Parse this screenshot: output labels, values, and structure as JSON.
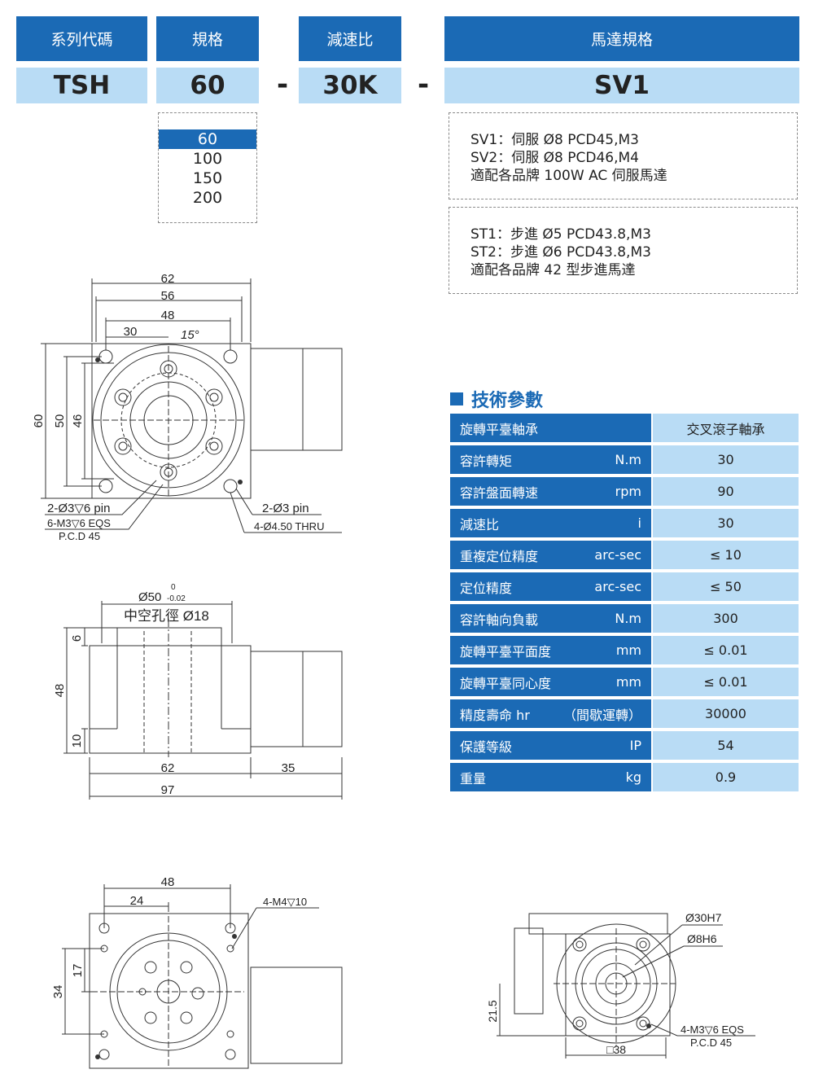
{
  "code": {
    "headers": {
      "series": "系列代碼",
      "size": "規格",
      "ratio": "減速比",
      "motor": "馬達規格"
    },
    "values": {
      "series": "TSH",
      "size": "60",
      "ratio": "30K",
      "motor": "SV1"
    },
    "sep1": "-",
    "sep2": "-"
  },
  "size_options": [
    {
      "label": "60",
      "selected": true
    },
    {
      "label": "100",
      "selected": false
    },
    {
      "label": "150",
      "selected": false
    },
    {
      "label": "200",
      "selected": false
    }
  ],
  "motor_servo": [
    "SV1：伺服 Ø8 PCD45,M3",
    "SV2：伺服 Ø8 PCD46,M4",
    "適配各品牌 100W AC 伺服馬達"
  ],
  "motor_stepper": [
    "ST1：步進 Ø5 PCD43.8,M3",
    "ST2：步進 Ø6 PCD43.8,M3",
    "適配各品牌 42 型步進馬達"
  ],
  "specs": {
    "title": "技術參數",
    "rows": [
      {
        "name": "旋轉平臺軸承",
        "unit": "",
        "value": "交叉滾子軸承"
      },
      {
        "name": "容許轉矩",
        "unit": "N.m",
        "value": "30"
      },
      {
        "name": "容許盤面轉速",
        "unit": "rpm",
        "value": "90"
      },
      {
        "name": "減速比",
        "unit": "i",
        "value": "30"
      },
      {
        "name": "重複定位精度",
        "unit": "arc-sec",
        "value": "≤ 10"
      },
      {
        "name": "定位精度",
        "unit": "arc-sec",
        "value": "≤ 50"
      },
      {
        "name": "容許軸向負載",
        "unit": "N.m",
        "value": "300"
      },
      {
        "name": "旋轉平臺平面度",
        "unit": "mm",
        "value": "≤ 0.01"
      },
      {
        "name": "旋轉平臺同心度",
        "unit": "mm",
        "value": "≤ 0.01"
      },
      {
        "name": "精度壽命 hr",
        "unit": "（間歇運轉）",
        "value": "30000"
      },
      {
        "name": "保護等級",
        "unit": "IP",
        "value": "54"
      },
      {
        "name": "重量",
        "unit": "kg",
        "value": "0.9"
      }
    ]
  },
  "drawing_top": {
    "dim_62": "62",
    "dim_56": "56",
    "dim_48": "48",
    "dim_30": "30",
    "angle": "15°",
    "dim_60": "60",
    "dim_50": "50",
    "dim_46": "46",
    "pin_left": "2-Ø3▽6 pin",
    "eqs_left": "6-M3▽6 EQS",
    "pcd_left": "P.C.D 45",
    "pin_right": "2-Ø3 pin",
    "thru_right": "4-Ø4.50 THRU"
  },
  "drawing_side": {
    "bore": "Ø50",
    "tol_upper": "0",
    "tol_lower": "-0.02",
    "hollow": "中空孔徑 Ø18",
    "dim_6": "6",
    "dim_48": "48",
    "dim_10": "10",
    "dim_62": "62",
    "dim_35": "35",
    "dim_97": "97"
  },
  "drawing_bottom": {
    "dim_48": "48",
    "dim_24": "24",
    "tap": "4-M4▽10",
    "dim_17": "17",
    "dim_34": "34"
  },
  "drawing_motor": {
    "shaft_bore": "Ø30H7",
    "shaft": "Ø8H6",
    "dim_215": "21.5",
    "square": "□38",
    "eqs": "4-M3▽6 EQS",
    "pcd": "P.C.D 45"
  }
}
